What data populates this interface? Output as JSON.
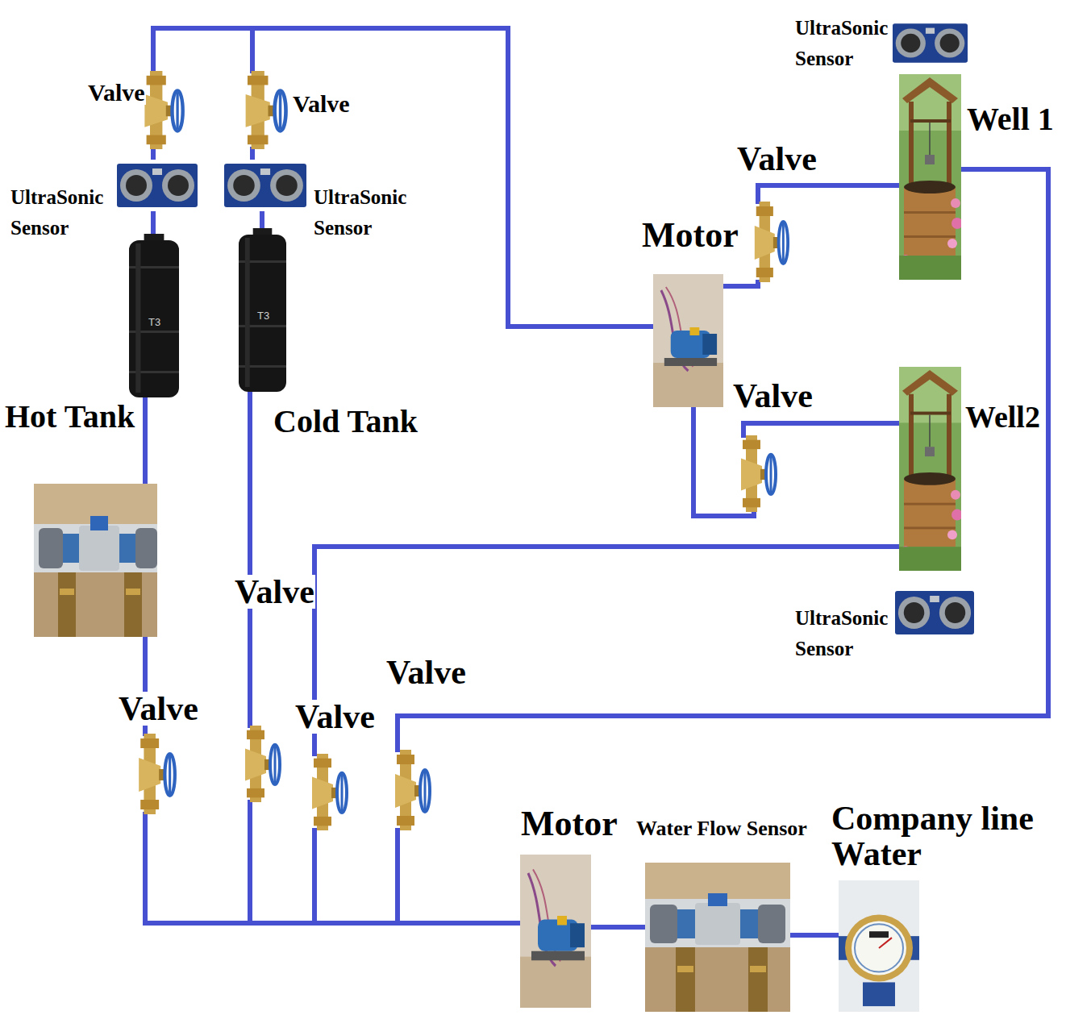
{
  "diagram": {
    "nodes": [
      {
        "text": [
          "Valve"
        ]
      },
      {
        "text": [
          "Valve"
        ]
      },
      {
        "text": [
          "UltraSonic Sensor"
        ]
      },
      {
        "text": [
          "UltraSonic Sensor"
        ]
      },
      {
        "text": [
          "Hot Tank",
          "T3"
        ]
      },
      {
        "text": [
          "Cold Tank",
          "T3"
        ]
      },
      {
        "text": [
          "UltraSonic Sensor"
        ]
      },
      {
        "text": [
          "Well 1"
        ]
      },
      {
        "text": [
          "Motor"
        ]
      },
      {
        "text": [
          "Valve"
        ]
      },
      {
        "text": [
          "Valve"
        ]
      },
      {
        "text": [
          "Well2"
        ]
      },
      {
        "text": [
          "UltraSonic Sensor"
        ]
      },
      {
        "text": [
          "Valve"
        ]
      },
      {
        "text": [
          "Valve"
        ]
      },
      {
        "text": [
          "Valve"
        ]
      },
      {
        "text": [
          "Valve"
        ]
      },
      {
        "text": [
          "Motor"
        ]
      },
      {
        "text": [
          "Water Flow Sensor"
        ]
      },
      {
        "text": [
          "Company line Water"
        ]
      }
    ],
    "edges": [
      {
        "from": 8,
        "to": 0,
        "arrow": "none"
      },
      {
        "from": 8,
        "to": 1,
        "arrow": "none"
      },
      {
        "from": 0,
        "to": 2,
        "arrow": "none"
      },
      {
        "from": 1,
        "to": 3,
        "arrow": "none"
      },
      {
        "from": 2,
        "to": 4,
        "arrow": "none"
      },
      {
        "from": 3,
        "to": 5,
        "arrow": "none"
      },
      {
        "from": 8,
        "to": 9,
        "arrow": "none"
      },
      {
        "from": 9,
        "to": 7,
        "arrow": "none"
      },
      {
        "from": 8,
        "to": 10,
        "arrow": "none"
      },
      {
        "from": 10,
        "to": 11,
        "arrow": "none"
      },
      {
        "from": 11,
        "to": 15,
        "arrow": "none"
      },
      {
        "from": 7,
        "to": 16,
        "arrow": "none"
      },
      {
        "from": 5,
        "to": 13,
        "arrow": "none"
      },
      {
        "from": 4,
        "to": 14,
        "arrow": "none"
      },
      {
        "from": 14,
        "to": 17,
        "arrow": "none"
      },
      {
        "from": 13,
        "to": 17,
        "arrow": "none"
      },
      {
        "from": 15,
        "to": 17,
        "arrow": "none"
      },
      {
        "from": 16,
        "to": 17,
        "arrow": "none"
      },
      {
        "from": 17,
        "to": 18,
        "arrow": "none"
      },
      {
        "from": 18,
        "to": 19,
        "arrow": "none"
      }
    ]
  }
}
